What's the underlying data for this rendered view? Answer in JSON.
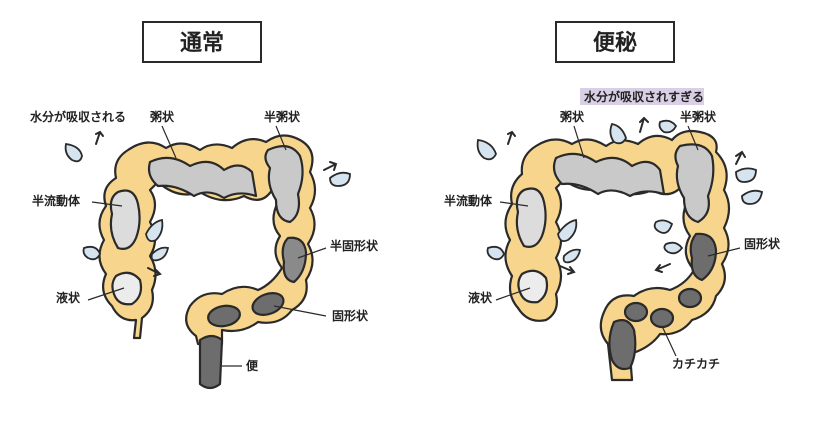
{
  "normal": {
    "title": "通常",
    "labels": {
      "water": "水分が吸収される",
      "gruel": "粥状",
      "semi_gruel": "半粥状",
      "semi_fluid": "半流動体",
      "semi_solid": "半固形状",
      "liquid": "液状",
      "solid": "固形状",
      "stool": "便"
    }
  },
  "constipation": {
    "title": "便秘",
    "labels": {
      "water_too_much": "水分が吸収されすぎる",
      "gruel": "粥状",
      "semi_gruel": "半粥状",
      "semi_fluid": "半流動体",
      "solid": "固形状",
      "liquid": "液状",
      "hard": "カチカチ"
    }
  },
  "colors": {
    "intestine": "#f7d58c",
    "outline": "#2a2a2a",
    "content_light": "#c9c9c9",
    "content_pale": "#e6e6e6",
    "content_dark": "#6d6d6d",
    "water_drop": "#d6e4f0",
    "highlight": "#d9d0e6"
  }
}
